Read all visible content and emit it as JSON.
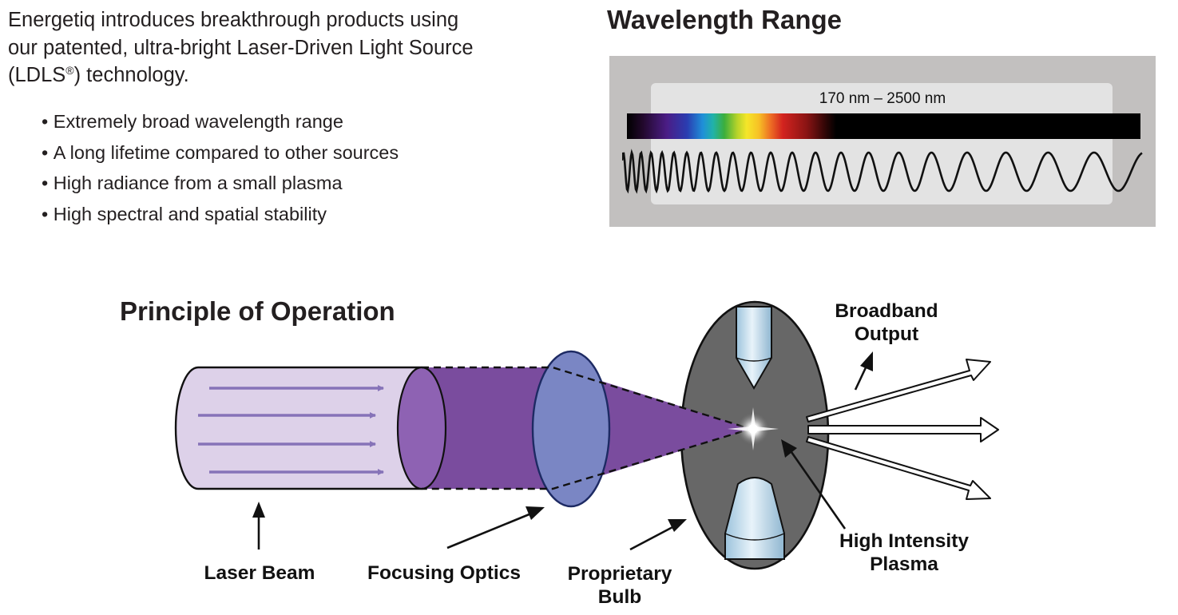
{
  "intro": {
    "line1": "Energetiq introduces breakthrough products using",
    "line2": "our patented, ultra-bright Laser-Driven Light Source",
    "line3_pre": "(LDLS",
    "line3_sup": "®",
    "line3_post": ") technology."
  },
  "bullets": [
    "Extremely broad wavelength range",
    "A long lifetime compared to other sources",
    "High radiance from a small plasma",
    "High spectral and spatial stability"
  ],
  "wavelength_section": {
    "title": "Wavelength Range",
    "range_label": "170 nm – 2500 nm"
  },
  "principle_section": {
    "title": "Principle of Operation",
    "labels": {
      "laser_beam": "Laser Beam",
      "focusing_optics": "Focusing Optics",
      "bulb_line1": "Proprietary",
      "bulb_line2": "Bulb",
      "plasma_line1": "High Intensity",
      "plasma_line2": "Plasma",
      "output_line1": "Broadband",
      "output_line2": "Output"
    }
  },
  "colors": {
    "laser_cylinder": "#ddd1e9",
    "laser_arrows": "#8673b8",
    "beam_purple": "#7a4c9e",
    "lens_blue": "#7a86c4",
    "bulb_gray": "#676767",
    "spectrum_panel": "#c2c0bf"
  },
  "icons": [
    "laser-beam-arrow-icon",
    "broadband-output-arrow-icon",
    "plasma-spark-icon",
    "electrode-icon"
  ]
}
